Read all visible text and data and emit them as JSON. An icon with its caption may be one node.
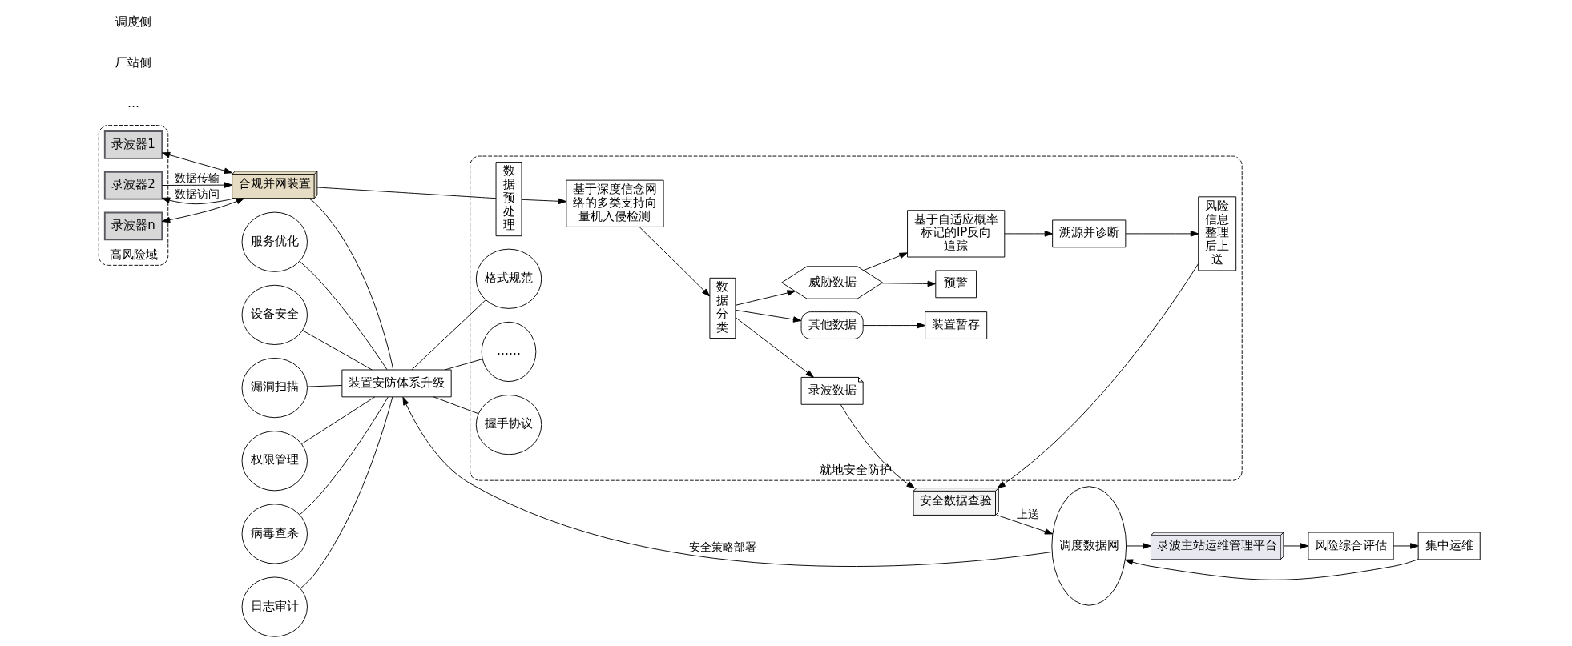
{
  "diagram": {
    "nodes": [
      {
        "text": [
          "高风险域"
        ]
      },
      {
        "text": [
          "录波器1"
        ],
        "in": 0
      },
      {
        "text": [
          "录波器2"
        ],
        "in": 0
      },
      {
        "text": [
          "录波器n"
        ],
        "in": 0
      },
      {
        "text": [
          "合规并网装置"
        ]
      },
      {
        "text": [
          "就地安全防护"
        ]
      },
      {
        "text": [
          "设备安全"
        ]
      },
      {
        "text": [
          "漏洞扫描"
        ]
      },
      {
        "text": [
          "权限管理"
        ]
      },
      {
        "text": [
          "病毒查杀"
        ]
      },
      {
        "text": [
          "日志审计"
        ]
      },
      {
        "text": [
          "服务优化"
        ]
      },
      {
        "text": [
          "装置安防体系升级"
        ]
      },
      {
        "text": [
          "握手协议"
        ],
        "in": 5
      },
      {
        "text": [
          "格式规范"
        ],
        "in": 5
      },
      {
        "text": [
          "……"
        ],
        "in": 5
      },
      {
        "text": [
          "数据预处理"
        ],
        "in": 5
      },
      {
        "text": [
          "基于深度信念网络的多类支持向量机入侵检测"
        ],
        "in": 5
      },
      {
        "text": [
          "数据分类"
        ],
        "in": 5
      },
      {
        "text": [
          "录波数据"
        ],
        "in": 5
      },
      {
        "text": [
          "其他数据"
        ],
        "in": 5
      },
      {
        "text": [
          "威胁数据"
        ],
        "in": 5
      },
      {
        "text": [
          "装置暂存"
        ],
        "in": 5
      },
      {
        "text": [
          "预警"
        ],
        "in": 5
      },
      {
        "text": [
          "基于自适应概率标记的IP反向追踪"
        ],
        "in": 5
      },
      {
        "text": [
          "溯源并诊断"
        ],
        "in": 5
      },
      {
        "text": [
          "风险信息整理后上送"
        ],
        "in": 5
      },
      {
        "text": [
          "安全数据查验"
        ]
      },
      {
        "text": [
          "调度数据网"
        ]
      },
      {
        "text": [
          "录波主站运维管理平台"
        ]
      },
      {
        "text": [
          "风险综合评估"
        ]
      },
      {
        "text": [
          "集中运维"
        ]
      }
    ],
    "edges": [
      {
        "from": 1,
        "to": 4,
        "arrow": "both"
      },
      {
        "from": 2,
        "to": 4,
        "arrow": "to",
        "label": "数据传输"
      },
      {
        "from": 4,
        "to": 2,
        "arrow": "to",
        "label": "数据访问"
      },
      {
        "from": 3,
        "to": 4,
        "arrow": "both"
      },
      {
        "from": 4,
        "to": 12,
        "arrow": "none"
      },
      {
        "from": 28,
        "to": 12,
        "arrow": "to",
        "label": "安全策略部署"
      },
      {
        "from": 6,
        "to": 12,
        "arrow": "none"
      },
      {
        "from": 7,
        "to": 12,
        "arrow": "none"
      },
      {
        "from": 8,
        "to": 12,
        "arrow": "none"
      },
      {
        "from": 9,
        "to": 12,
        "arrow": "none"
      },
      {
        "from": 10,
        "to": 12,
        "arrow": "none"
      },
      {
        "from": 11,
        "to": 12,
        "arrow": "none"
      },
      {
        "from": 12,
        "to": 13,
        "arrow": "none"
      },
      {
        "from": 12,
        "to": 14,
        "arrow": "none"
      },
      {
        "from": 12,
        "to": 15,
        "arrow": "none"
      },
      {
        "from": 4,
        "to": 16,
        "arrow": "none"
      },
      {
        "from": 16,
        "to": 17,
        "arrow": "to"
      },
      {
        "from": 17,
        "to": 18,
        "arrow": "to"
      },
      {
        "from": 18,
        "to": 19,
        "arrow": "to"
      },
      {
        "from": 18,
        "to": 20,
        "arrow": "to"
      },
      {
        "from": 18,
        "to": 21,
        "arrow": "to"
      },
      {
        "from": 20,
        "to": 22,
        "arrow": "to"
      },
      {
        "from": 21,
        "to": 23,
        "arrow": "to"
      },
      {
        "from": 21,
        "to": 24,
        "arrow": "to"
      },
      {
        "from": 24,
        "to": 25,
        "arrow": "to"
      },
      {
        "from": 25,
        "to": 26,
        "arrow": "to"
      },
      {
        "from": 19,
        "to": 27,
        "arrow": "to"
      },
      {
        "from": 26,
        "to": 27,
        "arrow": "to"
      },
      {
        "from": 27,
        "to": 28,
        "arrow": "to",
        "label": "上送"
      },
      {
        "from": 28,
        "to": 29,
        "arrow": "to"
      },
      {
        "from": 29,
        "to": 30,
        "arrow": "to"
      },
      {
        "from": 30,
        "to": 31,
        "arrow": "to"
      },
      {
        "from": 31,
        "to": 28,
        "arrow": "to"
      }
    ],
    "labels": [
      "…",
      "厂站侧",
      "调度侧"
    ]
  }
}
